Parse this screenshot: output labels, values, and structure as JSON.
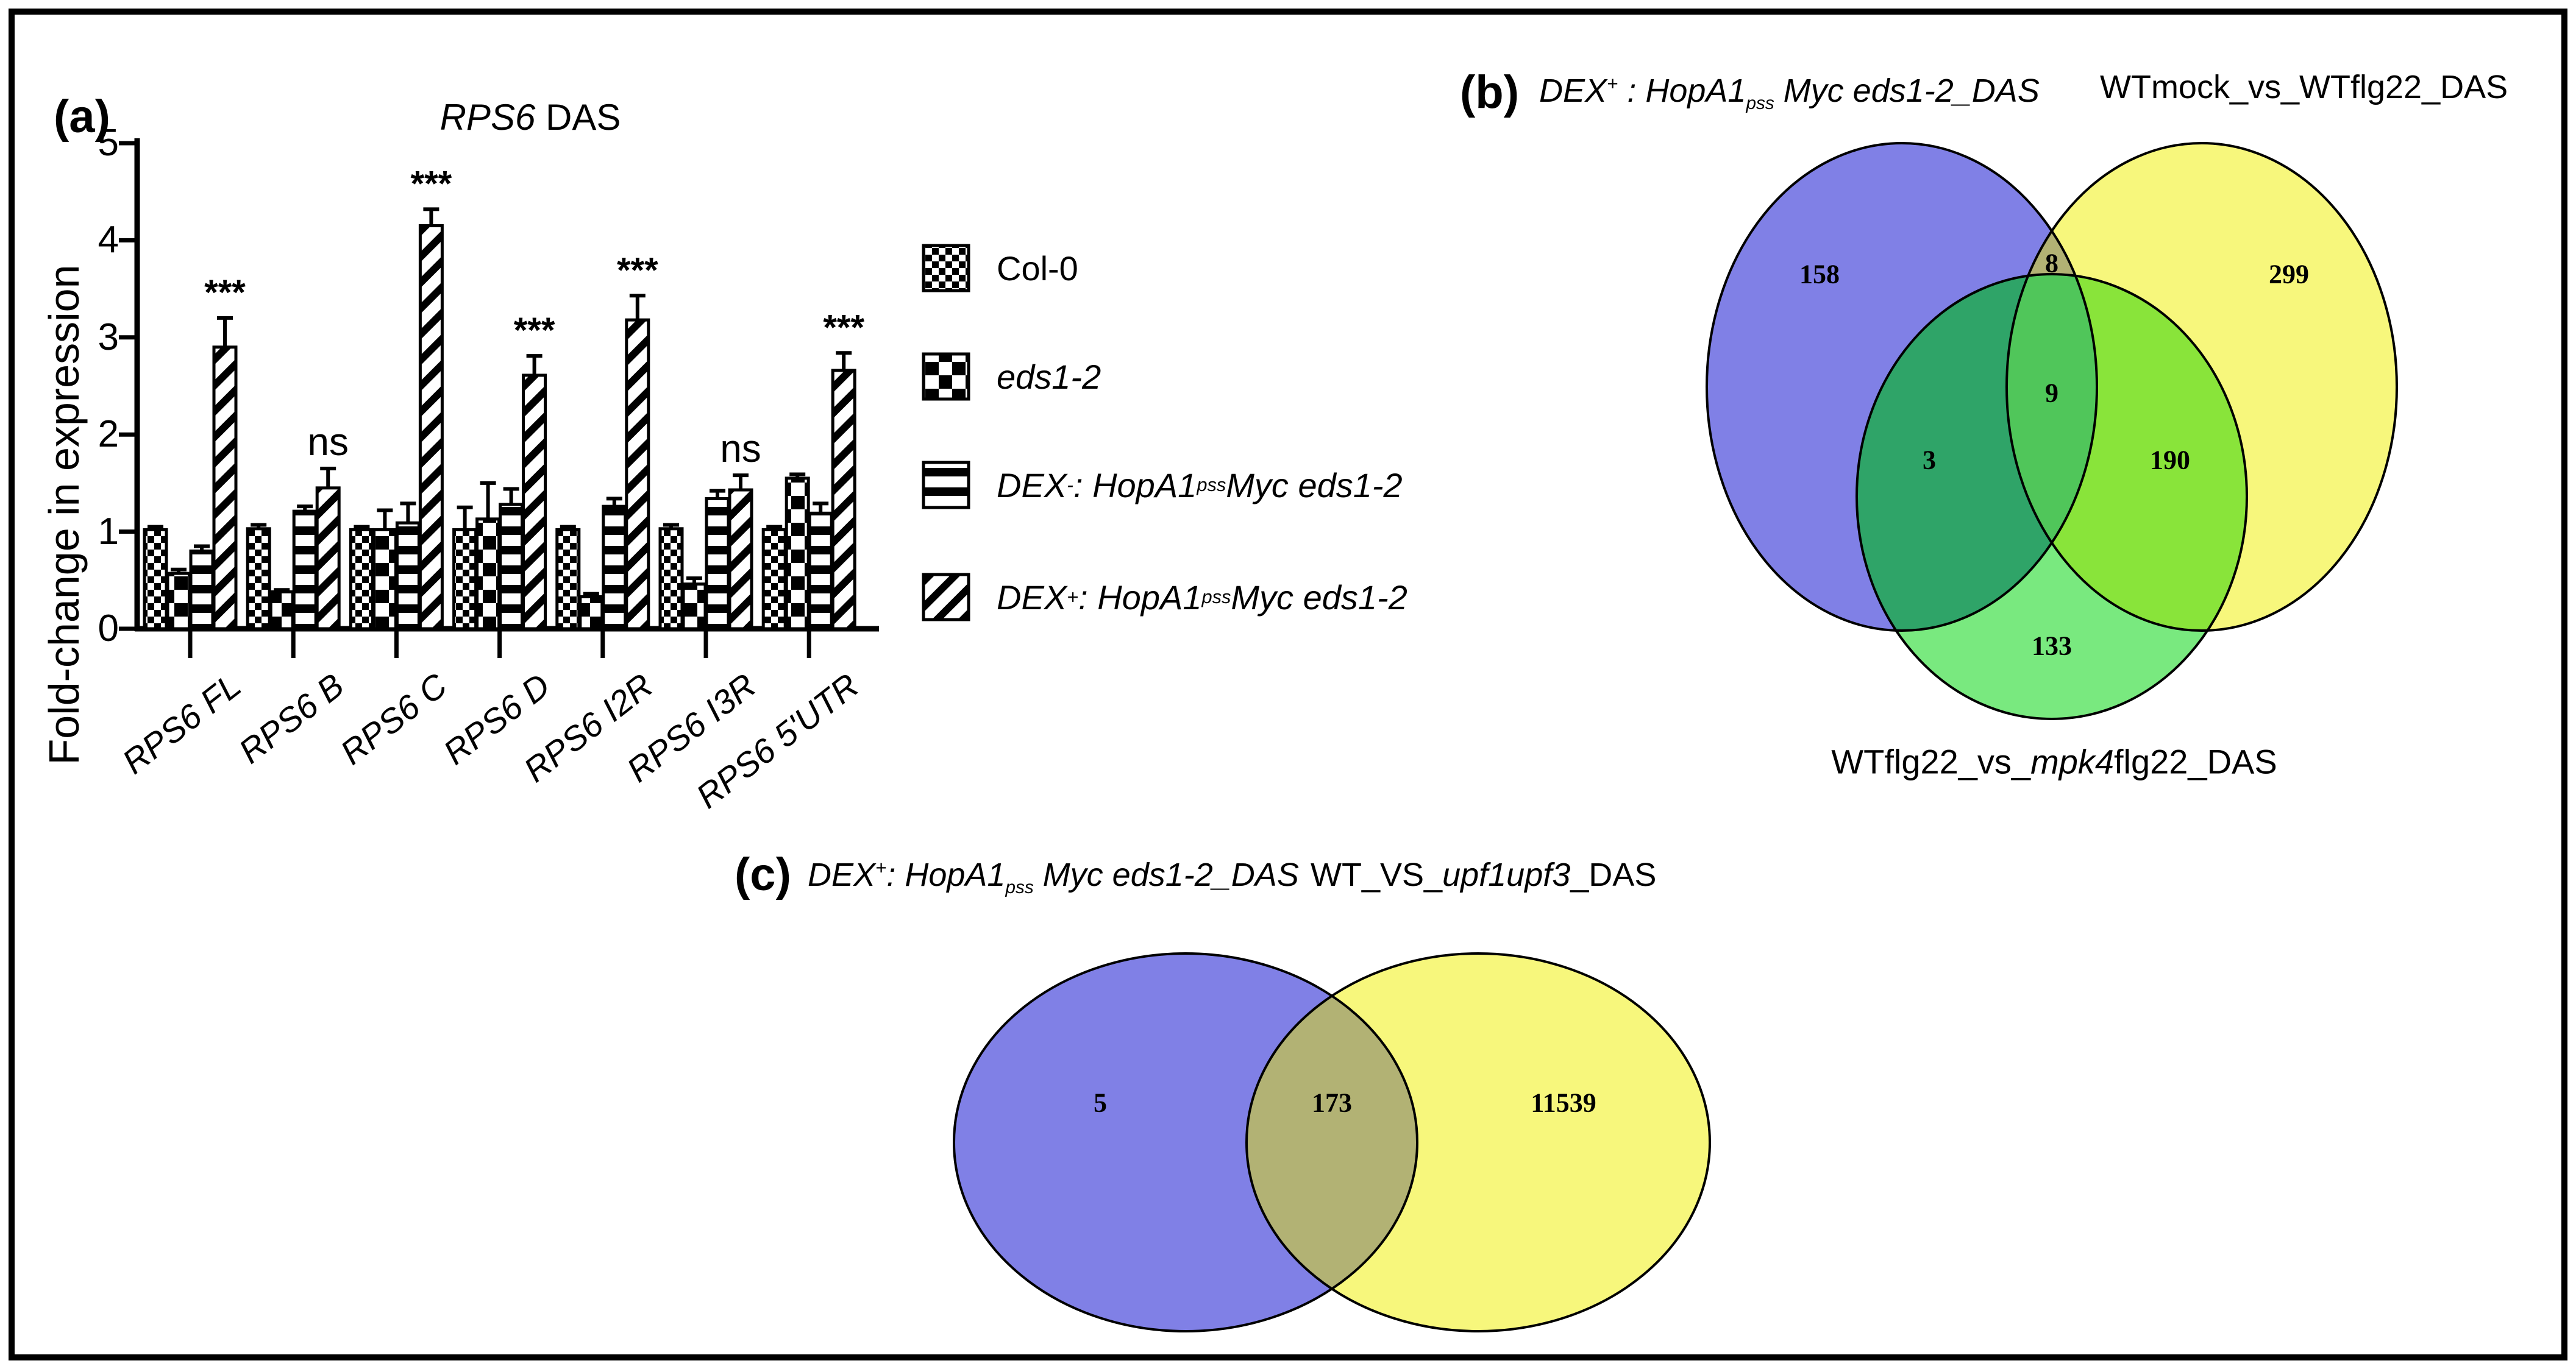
{
  "panels": {
    "a": {
      "label": "(a)"
    },
    "b": {
      "label": "(b)"
    },
    "c": {
      "label": "(c)"
    }
  },
  "chart_data": [
    {
      "type": "bar",
      "panel": "a",
      "title": "RPS6 DAS",
      "title_parts": {
        "italic": "RPS6",
        "rest": " DAS"
      },
      "ylabel": "Fold-change in expression",
      "xlabel": "",
      "ylim": [
        0,
        5
      ],
      "yticks": [
        0,
        1,
        2,
        3,
        4,
        5
      ],
      "grid": false,
      "legend_position": "right",
      "categories": [
        "RPS6 FL",
        "RPS6 B",
        "RPS6 C",
        "RPS6 D",
        "RPS6 I2R",
        "RPS6 I3R",
        "RPS6 5'UTR"
      ],
      "series": [
        {
          "name": "Col-0",
          "pattern": "checker-fine",
          "legend": {
            "plain": "Col-0"
          },
          "values": [
            1.02,
            1.03,
            1.02,
            1.02,
            1.02,
            1.03,
            1.02
          ],
          "errors": [
            0.03,
            0.04,
            0.03,
            0.23,
            0.03,
            0.04,
            0.03
          ]
        },
        {
          "name": "eds1-2",
          "pattern": "checker-coarse",
          "legend": {
            "italic_plain": "eds1-2"
          },
          "values": [
            0.57,
            0.38,
            1.02,
            1.13,
            0.33,
            0.46,
            1.55
          ],
          "errors": [
            0.04,
            0.02,
            0.2,
            0.37,
            0.03,
            0.06,
            0.04
          ]
        },
        {
          "name": "DEX- : HopA1pss Myc eds1-2",
          "pattern": "hstripes",
          "legend": {
            "pre": "DEX",
            "sup": "-",
            "mid": " : HopA1",
            "sub": "pss",
            "post": "Myc eds1-2"
          },
          "values": [
            0.8,
            1.21,
            1.09,
            1.28,
            1.26,
            1.34,
            1.19
          ],
          "errors": [
            0.05,
            0.05,
            0.2,
            0.16,
            0.08,
            0.08,
            0.1
          ]
        },
        {
          "name": "DEX+ : HopA1pss Myc eds1-2",
          "pattern": "dstripes",
          "legend": {
            "pre": "DEX",
            "sup": "+",
            "mid": " : HopA1",
            "sub": "pss",
            "post": "Myc eds1-2"
          },
          "values": [
            2.9,
            1.45,
            4.15,
            2.61,
            3.18,
            1.43,
            2.66
          ],
          "errors": [
            0.3,
            0.2,
            0.17,
            0.2,
            0.25,
            0.15,
            0.18
          ]
        }
      ],
      "significance": [
        "***",
        "ns",
        "***",
        "***",
        "***",
        "ns",
        "***"
      ]
    },
    {
      "type": "venn",
      "panel": "b",
      "sets": [
        {
          "label_parts": {
            "pre": "DEX",
            "sup": "+",
            "mid": " : HopA1",
            "sub": "pss",
            "post": " Myc eds1-2_DAS"
          },
          "color": "#8080e6"
        },
        {
          "label": "WTmock_vs_WTflg22_DAS",
          "color": "#f7f77c"
        },
        {
          "label_parts": {
            "pre": "WTflg22_vs_",
            "italic": "mpk4",
            "post": "flg22_DAS"
          },
          "color": "#79e97f"
        }
      ],
      "regions": {
        "blue_only": "158",
        "yellow_only": "299",
        "green_only": "133",
        "blue_yellow": "8",
        "blue_green": "3",
        "yellow_green": "190",
        "center": "9"
      },
      "region_colors": {
        "blue_yellow": "#b2b274",
        "blue_green": "#2fa468",
        "yellow_green": "#89e43a",
        "center": "#50c65a"
      }
    },
    {
      "type": "venn",
      "panel": "c",
      "sets": [
        {
          "label_parts": {
            "pre": "DEX",
            "sup": "+",
            "mid": ": HopA1",
            "sub": "pss",
            "post": " Myc eds1-2_DAS"
          },
          "color": "#8080e6"
        },
        {
          "label_parts": {
            "pre": "WT_VS_",
            "italic": "upf1upf3",
            "post": "_DAS"
          },
          "color": "#f7f77c"
        }
      ],
      "regions": {
        "left_only": "5",
        "overlap": "173",
        "right_only": "11539"
      },
      "region_colors": {
        "overlap": "#b2b274"
      }
    }
  ]
}
